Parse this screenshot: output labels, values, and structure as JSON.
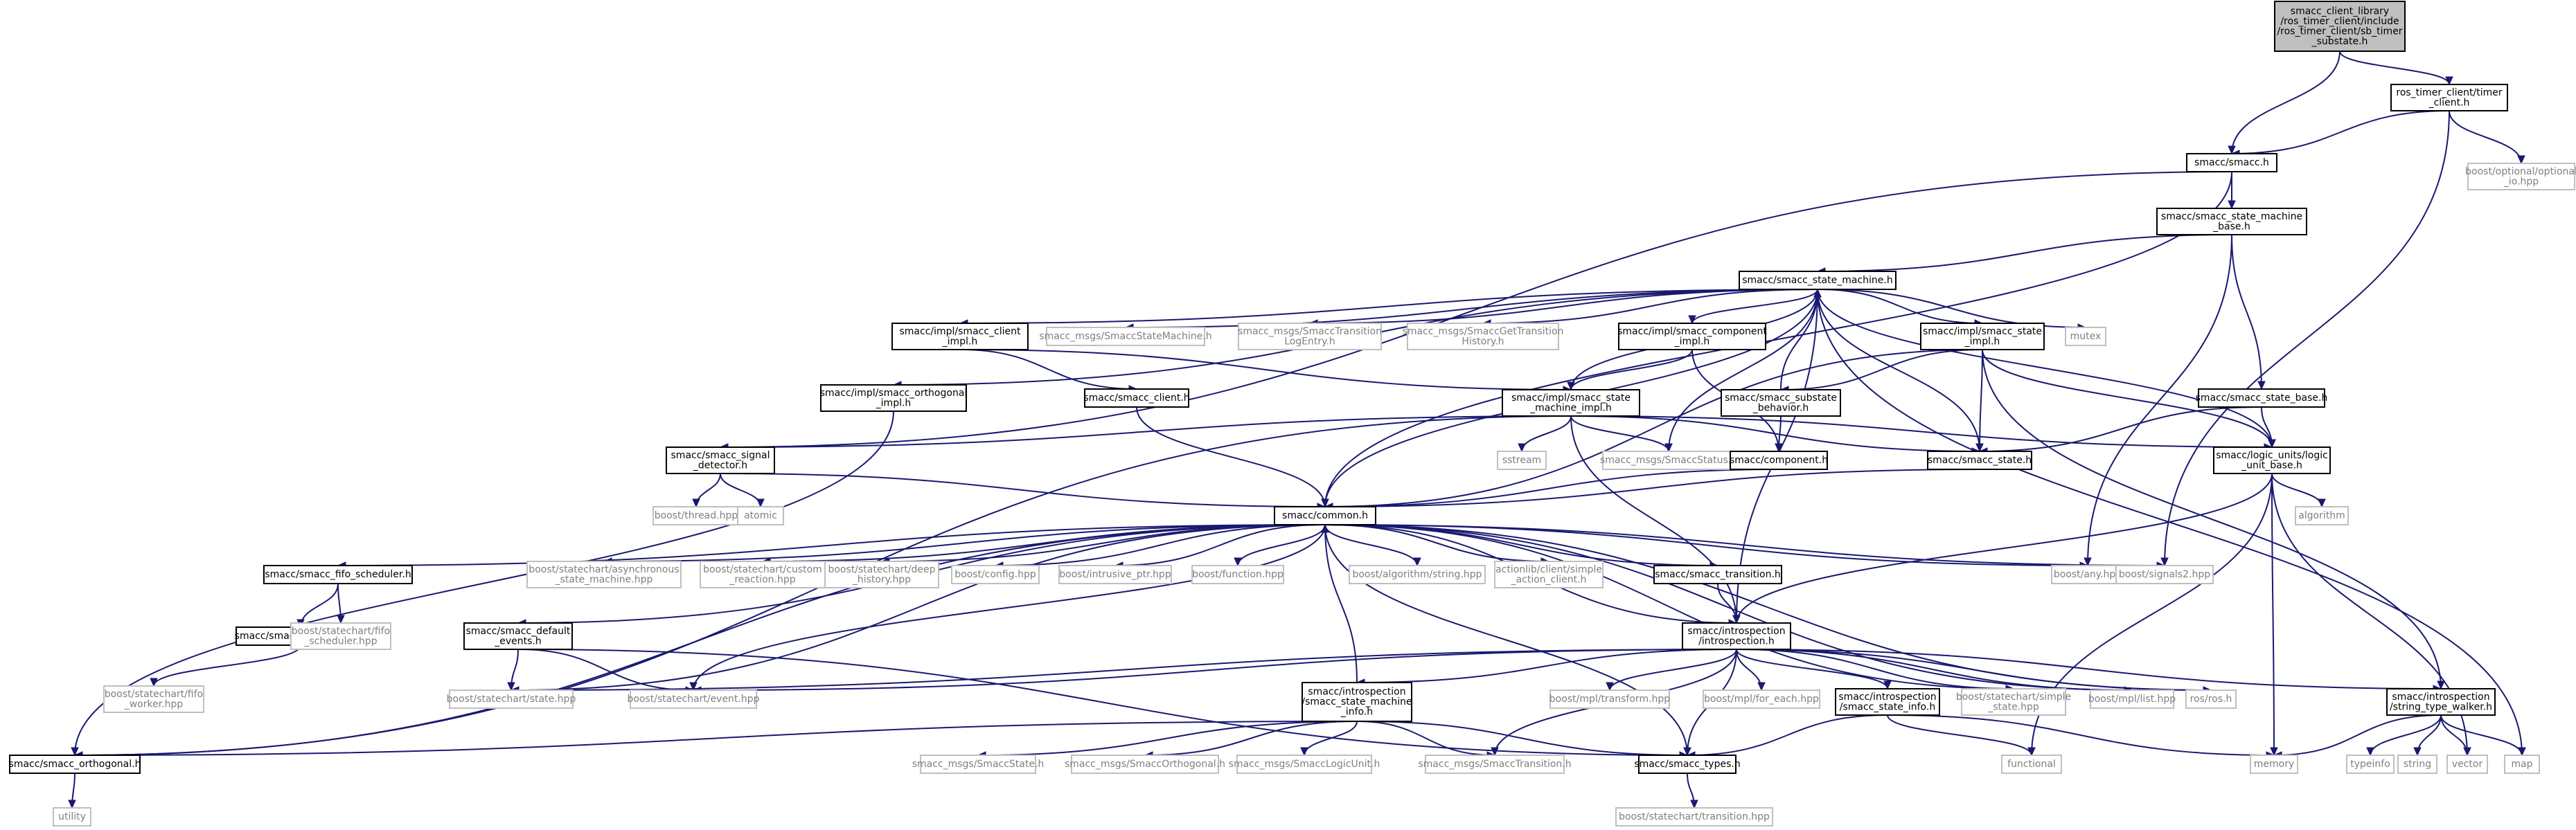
{
  "colors": {
    "edge": "#191970",
    "root_fill": "#bfbfbf",
    "node_border": "#000000",
    "external_border": "#bfbfbf",
    "external_text": "#7f7f7f"
  },
  "nodes": [
    {
      "id": "root",
      "kind": "root",
      "lines": [
        "smacc_client_library",
        "/ros_timer_client/include",
        "/ros_timer_client/sb_timer",
        "_substate.h"
      ]
    },
    {
      "id": "timer_client",
      "kind": "doc",
      "lines": [
        "ros_timer_client/timer",
        "_client.h"
      ]
    },
    {
      "id": "boost_optional_io",
      "kind": "ext",
      "lines": [
        "boost/optional/optional",
        "_io.hpp"
      ]
    },
    {
      "id": "smacc_h",
      "kind": "doc",
      "lines": [
        "smacc/smacc.h"
      ]
    },
    {
      "id": "sm_base",
      "kind": "doc",
      "lines": [
        "smacc/smacc_state_machine",
        "_base.h"
      ]
    },
    {
      "id": "sm_h",
      "kind": "doc",
      "lines": [
        "smacc/smacc_state_machine.h"
      ]
    },
    {
      "id": "client_impl",
      "kind": "doc",
      "lines": [
        "smacc/impl/smacc_client",
        "_impl.h"
      ]
    },
    {
      "id": "msg_sm",
      "kind": "ext",
      "lines": [
        "smacc_msgs/SmaccStateMachine.h"
      ]
    },
    {
      "id": "msg_tle",
      "kind": "ext",
      "lines": [
        "smacc_msgs/SmaccTransition",
        "LogEntry.h"
      ]
    },
    {
      "id": "msg_gth",
      "kind": "ext",
      "lines": [
        "smacc_msgs/SmaccGetTransition",
        "History.h"
      ]
    },
    {
      "id": "component_impl",
      "kind": "doc",
      "lines": [
        "smacc/impl/smacc_component",
        "_impl.h"
      ]
    },
    {
      "id": "state_impl",
      "kind": "doc",
      "lines": [
        "smacc/impl/smacc_state",
        "_impl.h"
      ]
    },
    {
      "id": "mutex",
      "kind": "ext",
      "lines": [
        "mutex"
      ]
    },
    {
      "id": "orth_impl",
      "kind": "doc",
      "lines": [
        "smacc/impl/smacc_orthogonal",
        "_impl.h"
      ]
    },
    {
      "id": "client_h",
      "kind": "doc",
      "lines": [
        "smacc/smacc_client.h"
      ]
    },
    {
      "id": "sm_impl",
      "kind": "doc",
      "lines": [
        "smacc/impl/smacc_state",
        "_machine_impl.h"
      ]
    },
    {
      "id": "substate_beh",
      "kind": "doc",
      "lines": [
        "smacc/smacc_substate",
        "_behavior.h"
      ]
    },
    {
      "id": "state_base",
      "kind": "doc",
      "lines": [
        "smacc/smacc_state_base.h"
      ]
    },
    {
      "id": "signal_det",
      "kind": "doc",
      "lines": [
        "smacc/smacc_signal",
        "_detector.h"
      ]
    },
    {
      "id": "sstream",
      "kind": "ext",
      "lines": [
        "sstream"
      ]
    },
    {
      "id": "msg_status",
      "kind": "ext",
      "lines": [
        "smacc_msgs/SmaccStatus.h"
      ]
    },
    {
      "id": "component_h",
      "kind": "doc",
      "lines": [
        "smacc/component.h"
      ]
    },
    {
      "id": "state_h",
      "kind": "doc",
      "lines": [
        "smacc/smacc_state.h"
      ]
    },
    {
      "id": "logic_unit",
      "kind": "doc",
      "lines": [
        "smacc/logic_units/logic",
        "_unit_base.h"
      ]
    },
    {
      "id": "boost_thread",
      "kind": "ext",
      "lines": [
        "boost/thread.hpp"
      ]
    },
    {
      "id": "atomic",
      "kind": "ext",
      "lines": [
        "atomic"
      ]
    },
    {
      "id": "algorithm",
      "kind": "ext",
      "lines": [
        "algorithm"
      ]
    },
    {
      "id": "common",
      "kind": "doc",
      "lines": [
        "smacc/common.h"
      ]
    },
    {
      "id": "fifo_sched",
      "kind": "doc",
      "lines": [
        "smacc/smacc_fifo_scheduler.h"
      ]
    },
    {
      "id": "bsc_async",
      "kind": "ext",
      "lines": [
        "boost/statechart/asynchronous",
        "_state_machine.hpp"
      ]
    },
    {
      "id": "bsc_custom",
      "kind": "ext",
      "lines": [
        "boost/statechart/custom",
        "_reaction.hpp"
      ]
    },
    {
      "id": "bsc_deep",
      "kind": "ext",
      "lines": [
        "boost/statechart/deep",
        "_history.hpp"
      ]
    },
    {
      "id": "boost_config",
      "kind": "ext",
      "lines": [
        "boost/config.hpp"
      ]
    },
    {
      "id": "boost_intr",
      "kind": "ext",
      "lines": [
        "boost/intrusive_ptr.hpp"
      ]
    },
    {
      "id": "boost_func",
      "kind": "ext",
      "lines": [
        "boost/function.hpp"
      ]
    },
    {
      "id": "boost_algstr",
      "kind": "ext",
      "lines": [
        "boost/algorithm/string.hpp"
      ]
    },
    {
      "id": "actionlib",
      "kind": "ext",
      "lines": [
        "actionlib/client/simple",
        "_action_client.h"
      ]
    },
    {
      "id": "transition_h",
      "kind": "doc",
      "lines": [
        "smacc/smacc_transition.h"
      ]
    },
    {
      "id": "boost_any",
      "kind": "ext",
      "lines": [
        "boost/any.hpp"
      ]
    },
    {
      "id": "boost_signals2",
      "kind": "ext",
      "lines": [
        "boost/signals2.hpp"
      ]
    },
    {
      "id": "fifo_worker",
      "kind": "doc",
      "lines": [
        "smacc/smacc_fifo_worker.h"
      ]
    },
    {
      "id": "bsc_fifo_sched",
      "kind": "ext",
      "lines": [
        "boost/statechart/fifo",
        "_scheduler.hpp"
      ]
    },
    {
      "id": "default_events",
      "kind": "doc",
      "lines": [
        "smacc/smacc_default",
        "_events.h"
      ]
    },
    {
      "id": "introspection",
      "kind": "doc",
      "lines": [
        "smacc/introspection",
        "/introspection.h"
      ]
    },
    {
      "id": "bsc_fifo_worker",
      "kind": "ext",
      "lines": [
        "boost/statechart/fifo",
        "_worker.hpp"
      ]
    },
    {
      "id": "bsc_state",
      "kind": "ext",
      "lines": [
        "boost/statechart/state.hpp"
      ]
    },
    {
      "id": "bsc_event",
      "kind": "ext",
      "lines": [
        "boost/statechart/event.hpp"
      ]
    },
    {
      "id": "sm_info",
      "kind": "doc",
      "lines": [
        "smacc/introspection",
        "/smacc_state_machine",
        "_info.h"
      ]
    },
    {
      "id": "mpl_transform",
      "kind": "ext",
      "lines": [
        "boost/mpl/transform.hpp"
      ]
    },
    {
      "id": "mpl_foreach",
      "kind": "ext",
      "lines": [
        "boost/mpl/for_each.hpp"
      ]
    },
    {
      "id": "state_info",
      "kind": "doc",
      "lines": [
        "smacc/introspection",
        "/smacc_state_info.h"
      ]
    },
    {
      "id": "bsc_simple",
      "kind": "ext",
      "lines": [
        "boost/statechart/simple",
        "_state.hpp"
      ]
    },
    {
      "id": "mpl_list",
      "kind": "ext",
      "lines": [
        "boost/mpl/list.hpp"
      ]
    },
    {
      "id": "ros_h",
      "kind": "ext",
      "lines": [
        "ros/ros.h"
      ]
    },
    {
      "id": "stw",
      "kind": "doc",
      "lines": [
        "smacc/introspection",
        "/string_type_walker.h"
      ]
    },
    {
      "id": "orthogonal",
      "kind": "doc",
      "lines": [
        "smacc/smacc_orthogonal.h"
      ]
    },
    {
      "id": "msg_state",
      "kind": "ext",
      "lines": [
        "smacc_msgs/SmaccState.h"
      ]
    },
    {
      "id": "msg_orth",
      "kind": "ext",
      "lines": [
        "smacc_msgs/SmaccOrthogonal.h"
      ]
    },
    {
      "id": "msg_lu",
      "kind": "ext",
      "lines": [
        "smacc_msgs/SmaccLogicUnit.h"
      ]
    },
    {
      "id": "msg_trans",
      "kind": "ext",
      "lines": [
        "smacc_msgs/SmaccTransition.h"
      ]
    },
    {
      "id": "types_h",
      "kind": "doc",
      "lines": [
        "smacc/smacc_types.h"
      ]
    },
    {
      "id": "functional",
      "kind": "ext",
      "lines": [
        "functional"
      ]
    },
    {
      "id": "memory",
      "kind": "ext",
      "lines": [
        "memory"
      ]
    },
    {
      "id": "typeinfo",
      "kind": "ext",
      "lines": [
        "typeinfo"
      ]
    },
    {
      "id": "string",
      "kind": "ext",
      "lines": [
        "string"
      ]
    },
    {
      "id": "vector",
      "kind": "ext",
      "lines": [
        "vector"
      ]
    },
    {
      "id": "map",
      "kind": "ext",
      "lines": [
        "map"
      ]
    },
    {
      "id": "utility",
      "kind": "ext",
      "lines": [
        "utility"
      ]
    },
    {
      "id": "bsc_transition",
      "kind": "ext",
      "lines": [
        "boost/statechart/transition.hpp"
      ]
    }
  ],
  "edges": [
    [
      "root",
      "timer_client"
    ],
    [
      "root",
      "smacc_h"
    ],
    [
      "timer_client",
      "smacc_h"
    ],
    [
      "timer_client",
      "boost_optional_io"
    ],
    [
      "timer_client",
      "boost_signals2"
    ],
    [
      "smacc_h",
      "sm_base"
    ],
    [
      "smacc_h",
      "signal_det"
    ],
    [
      "smacc_h",
      "common"
    ],
    [
      "sm_base",
      "sm_h"
    ],
    [
      "sm_base",
      "state_base"
    ],
    [
      "sm_base",
      "boost_any"
    ],
    [
      "sm_h",
      "client_impl"
    ],
    [
      "sm_h",
      "msg_sm"
    ],
    [
      "sm_h",
      "msg_tle"
    ],
    [
      "sm_h",
      "msg_gth"
    ],
    [
      "sm_h",
      "component_impl"
    ],
    [
      "sm_h",
      "state_impl"
    ],
    [
      "sm_h",
      "mutex"
    ],
    [
      "sm_h",
      "orth_impl"
    ],
    [
      "sm_h",
      "common"
    ],
    [
      "sm_h",
      "msg_status"
    ],
    [
      "sm_h",
      "state_h"
    ],
    [
      "sm_h",
      "logic_unit"
    ],
    [
      "sm_h",
      "introspection"
    ],
    [
      "sm_h",
      "map"
    ],
    [
      "client_impl",
      "client_h"
    ],
    [
      "client_impl",
      "sm_impl"
    ],
    [
      "component_impl",
      "sm_impl"
    ],
    [
      "component_impl",
      "component_h"
    ],
    [
      "state_impl",
      "substate_beh"
    ],
    [
      "state_impl",
      "state_h"
    ],
    [
      "state_impl",
      "logic_unit"
    ],
    [
      "state_impl",
      "common"
    ],
    [
      "state_impl",
      "stw"
    ],
    [
      "orth_impl",
      "orthogonal"
    ],
    [
      "client_h",
      "common"
    ],
    [
      "sm_impl",
      "sm_h"
    ],
    [
      "sm_impl",
      "signal_det"
    ],
    [
      "sm_impl",
      "sstream"
    ],
    [
      "sm_impl",
      "msg_status"
    ],
    [
      "sm_impl",
      "state_h"
    ],
    [
      "sm_impl",
      "logic_unit"
    ],
    [
      "sm_impl",
      "orthogonal"
    ],
    [
      "sm_impl",
      "introspection"
    ],
    [
      "substate_beh",
      "sm_h"
    ],
    [
      "substate_beh",
      "component_h"
    ],
    [
      "state_base",
      "state_h"
    ],
    [
      "state_base",
      "logic_unit"
    ],
    [
      "signal_det",
      "boost_thread"
    ],
    [
      "signal_det",
      "atomic"
    ],
    [
      "signal_det",
      "common"
    ],
    [
      "component_h",
      "common"
    ],
    [
      "state_h",
      "common"
    ],
    [
      "logic_unit",
      "algorithm"
    ],
    [
      "logic_unit",
      "memory"
    ],
    [
      "logic_unit",
      "functional"
    ],
    [
      "logic_unit",
      "vector"
    ],
    [
      "logic_unit",
      "introspection"
    ],
    [
      "common",
      "fifo_sched"
    ],
    [
      "common",
      "bsc_async"
    ],
    [
      "common",
      "bsc_custom"
    ],
    [
      "common",
      "bsc_deep"
    ],
    [
      "common",
      "boost_config"
    ],
    [
      "common",
      "boost_intr"
    ],
    [
      "common",
      "boost_func"
    ],
    [
      "common",
      "boost_algstr"
    ],
    [
      "common",
      "actionlib"
    ],
    [
      "common",
      "transition_h"
    ],
    [
      "common",
      "boost_any"
    ],
    [
      "common",
      "boost_signals2"
    ],
    [
      "common",
      "default_events"
    ],
    [
      "common",
      "introspection"
    ],
    [
      "common",
      "bsc_state"
    ],
    [
      "common",
      "bsc_event"
    ],
    [
      "common",
      "types_h"
    ],
    [
      "common",
      "ros_h"
    ],
    [
      "common",
      "mpl_list"
    ],
    [
      "common",
      "bsc_simple"
    ],
    [
      "common",
      "orthogonal"
    ],
    [
      "fifo_sched",
      "fifo_worker"
    ],
    [
      "fifo_sched",
      "bsc_fifo_sched"
    ],
    [
      "fifo_worker",
      "bsc_fifo_worker"
    ],
    [
      "default_events",
      "bsc_state"
    ],
    [
      "default_events",
      "bsc_event"
    ],
    [
      "default_events",
      "types_h"
    ],
    [
      "transition_h",
      "introspection"
    ],
    [
      "introspection",
      "bsc_state"
    ],
    [
      "introspection",
      "bsc_event"
    ],
    [
      "introspection",
      "sm_info"
    ],
    [
      "introspection",
      "mpl_transform"
    ],
    [
      "introspection",
      "mpl_foreach"
    ],
    [
      "introspection",
      "state_info"
    ],
    [
      "introspection",
      "bsc_simple"
    ],
    [
      "introspection",
      "mpl_list"
    ],
    [
      "introspection",
      "types_h"
    ],
    [
      "introspection",
      "msg_trans"
    ],
    [
      "introspection",
      "stw"
    ],
    [
      "introspection",
      "ros_h"
    ],
    [
      "sm_info",
      "common"
    ],
    [
      "sm_info",
      "orthogonal"
    ],
    [
      "sm_info",
      "msg_state"
    ],
    [
      "sm_info",
      "msg_orth"
    ],
    [
      "sm_info",
      "msg_lu"
    ],
    [
      "sm_info",
      "msg_trans"
    ],
    [
      "sm_info",
      "types_h"
    ],
    [
      "state_info",
      "types_h"
    ],
    [
      "state_info",
      "functional"
    ],
    [
      "state_info",
      "memory"
    ],
    [
      "stw",
      "memory"
    ],
    [
      "stw",
      "typeinfo"
    ],
    [
      "stw",
      "string"
    ],
    [
      "stw",
      "vector"
    ],
    [
      "stw",
      "map"
    ],
    [
      "orthogonal",
      "utility"
    ],
    [
      "types_h",
      "bsc_transition"
    ]
  ]
}
